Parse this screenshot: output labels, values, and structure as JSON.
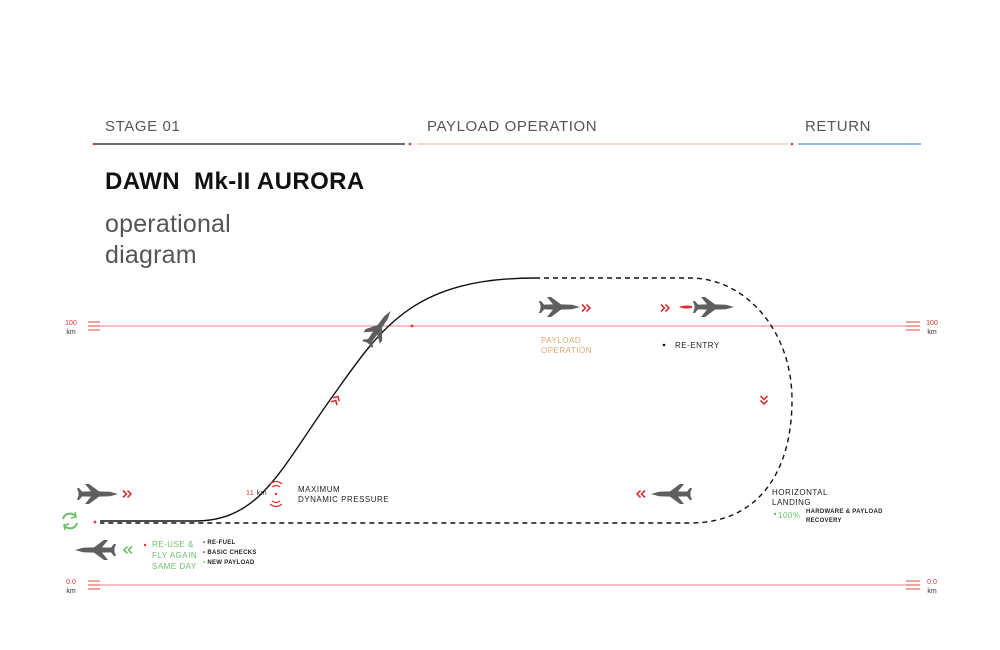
{
  "header": {
    "stages": [
      {
        "label": "STAGE 01",
        "color": "#111111"
      },
      {
        "label": "PAYLOAD OPERATION",
        "color": "#e8c4a8"
      },
      {
        "label": "RETURN",
        "color": "#5a8fd6"
      }
    ],
    "title": "DAWN  Mk-II AURORA",
    "subtitle_line1": "operational",
    "subtitle_line2": "diagram"
  },
  "altitude_markers": {
    "top": {
      "value": "100",
      "unit": "km"
    },
    "bottom": {
      "value": "0.0",
      "unit": "km"
    }
  },
  "annotations": {
    "max_q_alt_value": "11",
    "max_q_alt_unit": "km",
    "max_q_line1": "MAXIMUM",
    "max_q_line2": "DYNAMIC PRESSURE",
    "payload_line1": "PAYLOAD",
    "payload_line2": "OPERATION",
    "reentry": "RE-ENTRY",
    "landing_line1": "HORIZONTAL",
    "landing_line2": "LANDING",
    "recovery_percent": "100%",
    "recovery_line1": "HARDWARE & PAYLOAD",
    "recovery_line2": "RECOVERY",
    "reuse_line1": "RE-USE &",
    "reuse_line2": "FLY AGAIN",
    "reuse_line3": "SAME DAY",
    "checklist": [
      "RE-FUEL",
      "BASIC CHECKS",
      "NEW PAYLOAD"
    ]
  },
  "colors": {
    "accent_red": "#d33333",
    "reuse_green": "#6cc06c",
    "payload_tan": "#e0a870",
    "return_blue": "#5a8fd6",
    "craft_gray": "#5e5e5e"
  },
  "icons": [
    "spaceplane-icon",
    "chevron-right-icon",
    "chevron-left-icon",
    "chevron-down-icon",
    "chevron-up-icon",
    "recycle-icon",
    "pressure-wave-icon",
    "exhaust-flame-icon",
    "bullet-dot-icon"
  ]
}
